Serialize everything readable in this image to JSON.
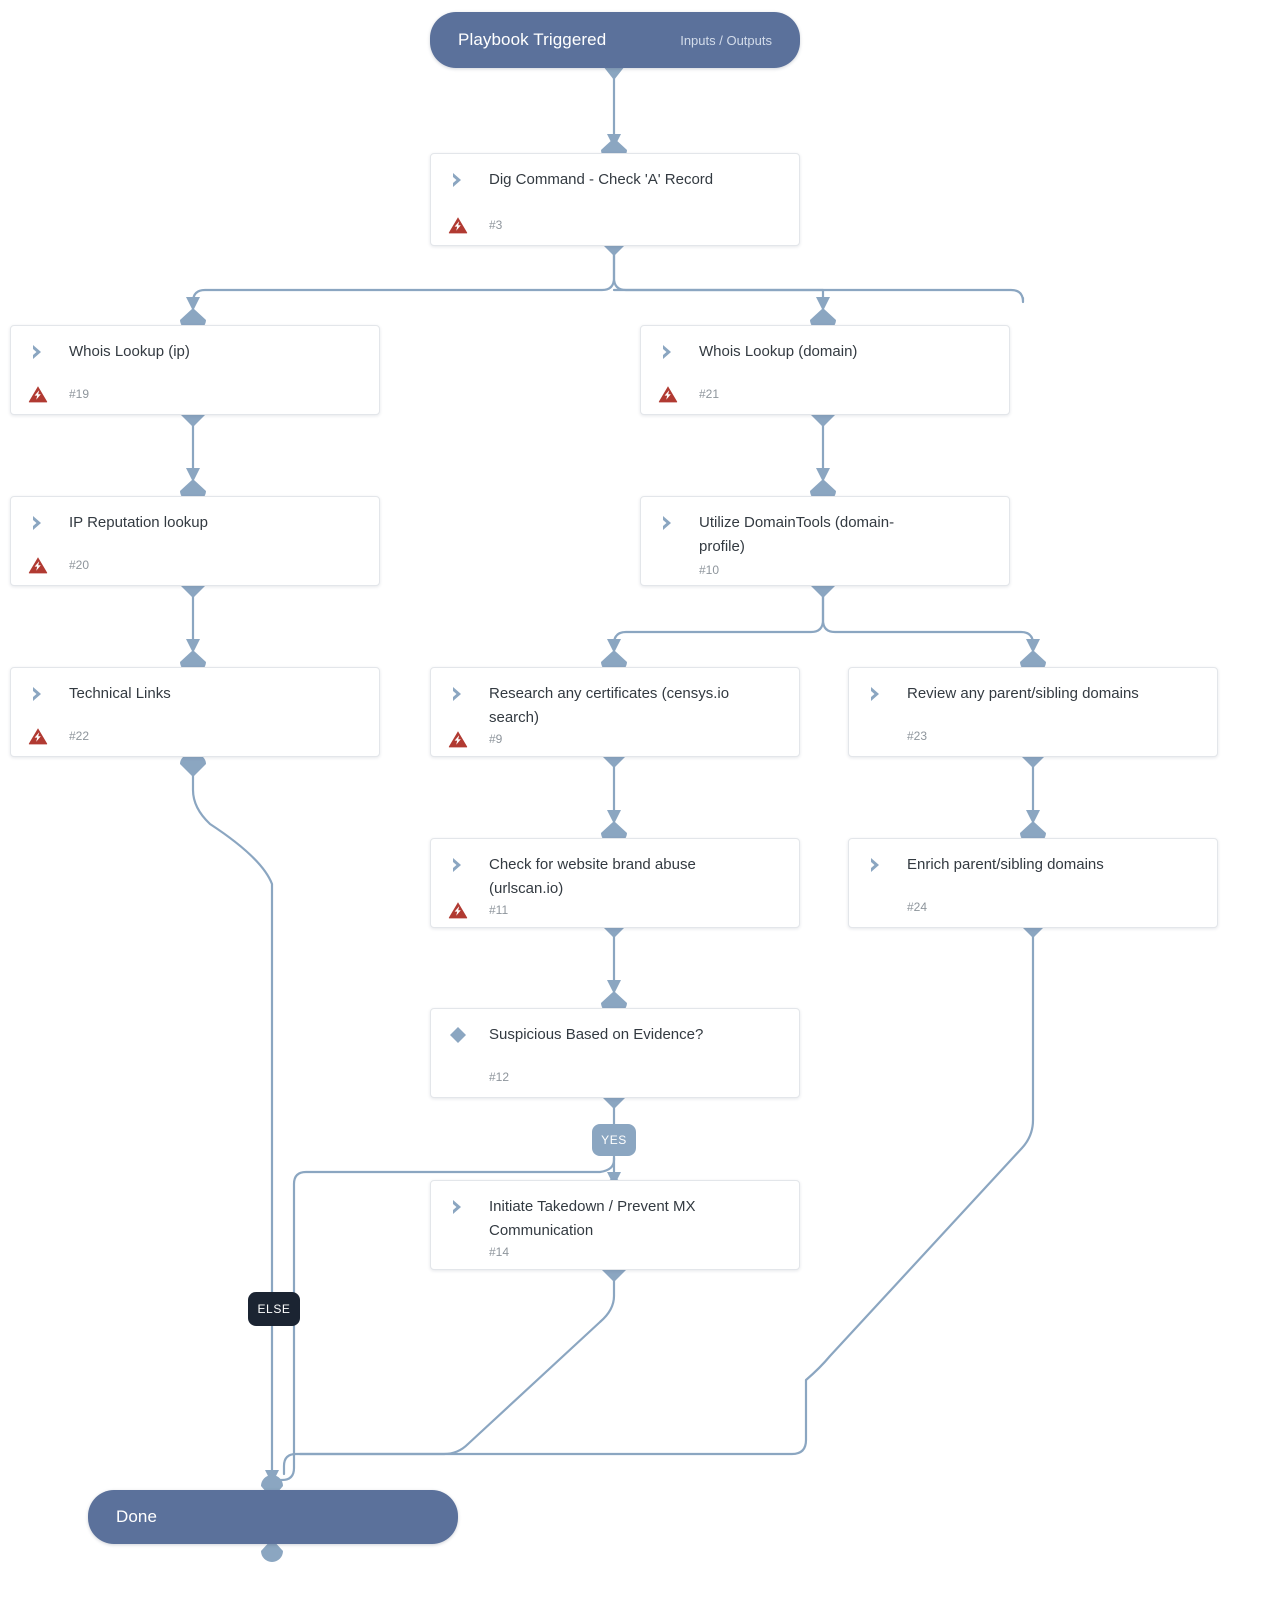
{
  "diagram": {
    "type": "playbook-workflow",
    "start": {
      "id": "start",
      "title": "Playbook Triggered",
      "subtitle": "Inputs / Outputs",
      "shape": "pill",
      "color": "#5b719b"
    },
    "end": {
      "id": "done",
      "title": "Done",
      "subtitle": "",
      "shape": "pill",
      "color": "#5b719b"
    },
    "icons": {
      "action": "chevron-right-icon",
      "decision": "diamond-icon",
      "warning": "warning-bolt-icon"
    },
    "colors": {
      "accent": "#8ba6c1",
      "pill": "#5b719b",
      "warning": "#b13a32",
      "badge_else": "#1b2432",
      "card_border": "#e3e6ea",
      "title_text": "#333a41",
      "id_text": "#8e959c"
    },
    "nodes": [
      {
        "key": "dig",
        "title": "Dig Command - Check 'A' Record",
        "id_label": "#3",
        "kind": "action",
        "warning": true
      },
      {
        "key": "whois_ip",
        "title": "Whois Lookup (ip)",
        "id_label": "#19",
        "kind": "action",
        "warning": true
      },
      {
        "key": "whois_domain",
        "title": "Whois Lookup (domain)",
        "id_label": "#21",
        "kind": "action",
        "warning": true
      },
      {
        "key": "ip_rep",
        "title": "IP Reputation lookup",
        "id_label": "#20",
        "kind": "action",
        "warning": true
      },
      {
        "key": "domaintools",
        "title": "Utilize DomainTools (domain-profile)",
        "id_label": "#10",
        "kind": "action",
        "warning": false
      },
      {
        "key": "technical_links",
        "title": "Technical Links",
        "id_label": "#22",
        "kind": "action",
        "warning": true
      },
      {
        "key": "certs",
        "title": "Research any certificates (censys.io search)",
        "id_label": "#9",
        "kind": "action",
        "warning": true
      },
      {
        "key": "review_parent",
        "title": "Review any parent/sibling domains",
        "id_label": "#23",
        "kind": "action",
        "warning": false
      },
      {
        "key": "brand_abuse",
        "title": "Check for website brand abuse (urlscan.io)",
        "id_label": "#11",
        "kind": "action",
        "warning": true
      },
      {
        "key": "enrich_parent",
        "title": "Enrich parent/sibling domains",
        "id_label": "#24",
        "kind": "action",
        "warning": false
      },
      {
        "key": "suspicious",
        "title": "Suspicious Based on Evidence?",
        "id_label": "#12",
        "kind": "decision",
        "warning": false
      },
      {
        "key": "takedown",
        "title": "Initiate Takedown / Prevent MX Communication",
        "id_label": "#14",
        "kind": "action",
        "warning": false
      }
    ],
    "branch_labels": [
      {
        "key": "yes",
        "text": "YES",
        "style": "yes"
      },
      {
        "key": "else",
        "text": "ELSE",
        "style": "else"
      }
    ]
  }
}
